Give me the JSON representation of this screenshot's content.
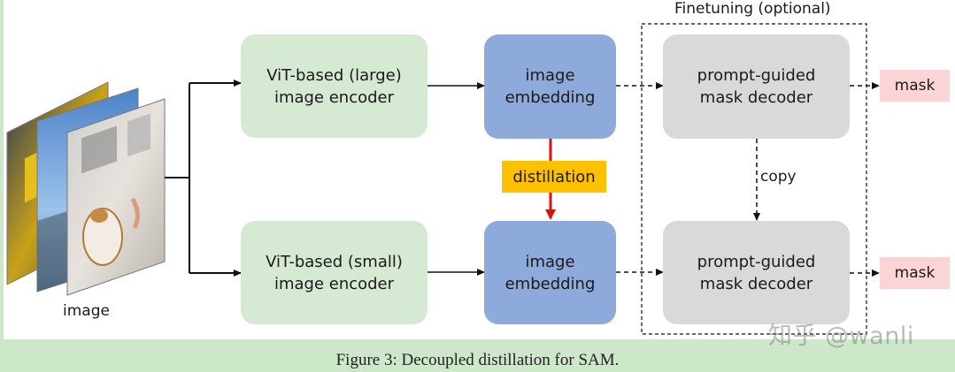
{
  "input": {
    "label": "image"
  },
  "encoders": {
    "large": "ViT-based (large)\nimage encoder",
    "small": "ViT-based (small)\nimage encoder"
  },
  "embeddings": {
    "top": "image\nembedding",
    "bottom": "image\nembedding"
  },
  "distillation": {
    "label": "distillation"
  },
  "finetuning": {
    "label": "Finetuning (optional)"
  },
  "decoders": {
    "top": "prompt-guided\nmask decoder",
    "bottom": "prompt-guided\nmask decoder"
  },
  "copy": {
    "label": "copy"
  },
  "outputs": {
    "top": "mask",
    "bottom": "mask"
  },
  "caption": "Figure 3: Decoupled distillation for SAM.",
  "watermark": "知乎 @wanli",
  "colors": {
    "encoder": "#d6ead3",
    "embedding": "#8eaadb",
    "decoder": "#d9d9d9",
    "mask": "#fbd5d5",
    "distillation": "#ffc000",
    "distillation_arrow": "#e01010",
    "background": "#cde8c8"
  }
}
